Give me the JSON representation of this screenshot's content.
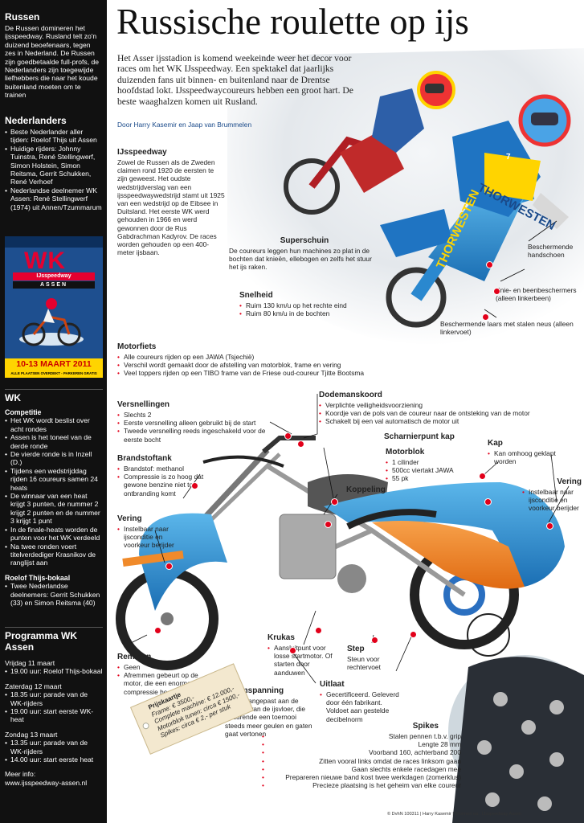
{
  "title": "Russische roulette op ijs",
  "intro": "Het Asser ijsstadion is komend weekeinde weer het decor voor races om het WK IJsspeedway. Een spektakel dat jaarlijks duizenden fans uit binnen- en buitenland naar de Drentse hoofdstad lokt. IJsspeedwaycoureurs hebben een groot hart. De beste waaghalzen komen uit Rusland.",
  "byline": "Door Harry Kasemir en Jaap van Brummelen",
  "sidebar": {
    "russen_heading": "Russen",
    "russen_text": "De Russen domineren het ijsspeedway. Rusland telt zo'n duizend beoefenaars, tegen zes in Nederland. De Russen zijn goedbetaalde full-profs, de Nederlanders zijn toegewijde liefhebbers die naar het koude buitenland moeten om te trainen",
    "nederlanders_heading": "Nederlanders",
    "nederlanders_items": [
      "Beste Nederlander aller tijden: Roelof Thijs uit Assen",
      "Huidige rijders: Johnny Tuinstra, René Stellingwerf, Simon Holstein, Simon Reitsma, Gerrit Schukken, René Verhoef",
      "Nederlandse deelnemer WK Assen: René Stellingwerf (1974) uit Annen/Tzummarum"
    ],
    "poster": {
      "wk": "WK",
      "band": "IJsspeedway",
      "sub": "ASSEN",
      "dates": "10-13 MAART 2011",
      "foot": "ALLE PLAATSEN OVERDEKT - PARKEREN GRATIS"
    },
    "wk_heading": "WK",
    "competitie_heading": "Competitie",
    "competitie_items": [
      "Het WK wordt beslist over acht rondes",
      "Assen is het toneel van de derde ronde",
      "De vierde ronde is in Inzell (D.)",
      "Tijdens een wedstrijddag rijden 16 coureurs samen 24 heats",
      "De winnaar van een heat krijgt 3 punten, de nummer 2 krijgt 2 punten en de nummer 3 krijgt 1 punt",
      "In de finale-heats worden de punten voor het WK verdeeld",
      "Na twee ronden voert titelverdediger Krasnikov de ranglijst aan"
    ],
    "bokaal_heading": "Roelof Thijs-bokaal",
    "bokaal_items": [
      "Twee Nederlandse deelnemers: Gerrit Schukken (33) en Simon Reitsma (40)"
    ],
    "programma_heading": "Programma WK Assen",
    "days": [
      {
        "day": "Vrijdag 11 maart",
        "items": [
          "19.00 uur: Roelof Thijs-bokaal"
        ]
      },
      {
        "day": "Zaterdag 12 maart",
        "items": [
          "18.35 uur: parade van de WK-rijders",
          "19.00 uur: start eerste WK-heat"
        ]
      },
      {
        "day": "Zondag 13 maart",
        "items": [
          "13.35 uur: parade van de WK-rijders",
          "14.00 uur: start eerste heat"
        ]
      }
    ],
    "meer_info": "Meer info:",
    "url": "www.ijsspeedway-assen.nl"
  },
  "ijsspeedway": {
    "heading": "IJsspeedway",
    "text": "Zowel de Russen als de Zweden claimen rond 1920 de eersten te zijn geweest. Het oudste wedstrijdverslag van een ijsspeedwaywedstrijd stamt uit 1925 van een wedstrijd op de Eibsee in Duitsland. Het eerste WK werd gehouden in 1966 en werd gewonnen door de Rus Gabdrachman Kadyrov. De races worden gehouden op een 400-meter ijsbaan."
  },
  "superschuin": {
    "heading": "Superschuin",
    "text": "De coureurs leggen hun machines zo plat in de bochten dat knieën, ellebogen en zelfs het stuur het ijs raken."
  },
  "snelheid": {
    "heading": "Snelheid",
    "items": [
      "Ruim 130 km/u op het rechte eind",
      "Ruim 80 km/u in de bochten"
    ]
  },
  "rider_labels": {
    "handschoenen": "Beschermende handschoen",
    "knie": "Knie- en beenbeschermers (alleen linkerbeen)",
    "laars": "Beschermende laars met stalen neus (alleen linkervoet)"
  },
  "jersey": {
    "sponsor": "THORWESTEN",
    "number": "7"
  },
  "motorfiets": {
    "heading": "Motorfiets",
    "items": [
      "Alle coureurs rijden op een JAWA (Tsjechië)",
      "Verschil wordt gemaakt door de afstelling van motorblok, frame en vering",
      "Veel toppers rijden op een TIBO frame van de Friese oud-coureur Tjitte Bootsma"
    ]
  },
  "dodemanskoord": {
    "heading": "Dodemanskoord",
    "items": [
      "Verplichte veiligheidsvoorziening",
      "Koordje van de pols van de coureur naar de ontsteking van de motor",
      "Schakelt bij een val automatisch de motor uit"
    ]
  },
  "versnellingen": {
    "heading": "Versnellingen",
    "items": [
      "Slechts 2",
      "Eerste versnelling alleen gebruikt bij de start",
      "Tweede versnelling reeds ingeschakeld voor de eerste bocht"
    ]
  },
  "scharnierpunt": {
    "heading": "Scharnierpunt kap"
  },
  "motorblok": {
    "heading": "Motorblok",
    "items": [
      "1 cilinder",
      "500cc viertakt JAWA",
      "55 pk"
    ]
  },
  "kap": {
    "heading": "Kap",
    "items": [
      "Kan omhoog geklapt worden"
    ]
  },
  "brandstoftank": {
    "heading": "Brandstoftank",
    "items": [
      "Brandstof: methanol",
      "Compressie is zo hoog dat gewone benzine niet tot ontbranding komt"
    ]
  },
  "koppeling": {
    "heading": "Koppeling"
  },
  "vering_right": {
    "heading": "Vering",
    "items": [
      "Instelbaar naar ijsconditie en voorkeur berijder"
    ]
  },
  "vering_left": {
    "heading": "Vering",
    "items": [
      "Instelbaar naar ijsconditie en voorkeur berijder"
    ]
  },
  "remmen": {
    "heading": "Remmen",
    "items": [
      "Geen",
      "Afremmen gebeurt op de motor, die een enorme compressie heeft"
    ]
  },
  "krukas": {
    "heading": "Krukas",
    "items": [
      "Aansluitpunt voor losse startmotor. Of starten door aanduwen"
    ]
  },
  "step": {
    "heading": "Step",
    "text": "Steun voor rechtervoet"
  },
  "bandenspanning": {
    "heading": "Bandenspanning",
    "items": [
      "Wordt aangepast aan de conditie van de ijsvloer, die gedurende een toernooi steeds meer geulen en gaten gaat vertonen"
    ]
  },
  "uitlaat": {
    "heading": "Uitlaat",
    "items": [
      "Gecertificeerd. Geleverd door één fabrikant. Voldoet aan gestelde decibelnorm"
    ]
  },
  "spikes": {
    "heading": "Spikes",
    "items": [
      "Stalen pennen t.b.v. grip",
      "Lengte 28 mm",
      "Voorband 160, achterband 200",
      "Zitten vooral links omdat de races linksom gaan",
      "Gaan slechts enkele racedagen mee",
      "Prepareren nieuwe band kost twee werkdagen (zomerklus)",
      "Precieze plaatsing is het geheim van elke coureur"
    ]
  },
  "prijskaartje": {
    "heading": "Prijskaartje",
    "items": [
      "Frame: € 3500,-",
      "Complete machine: € 12.000,-",
      "Motorblok tunen: circa € 1500,-",
      "Spikes: circa € 2,- per stuk"
    ]
  },
  "copyright": "© DvhN 100311 | Harry Kasemir | Bronnen oa.: IJsspeedway Assen"
}
